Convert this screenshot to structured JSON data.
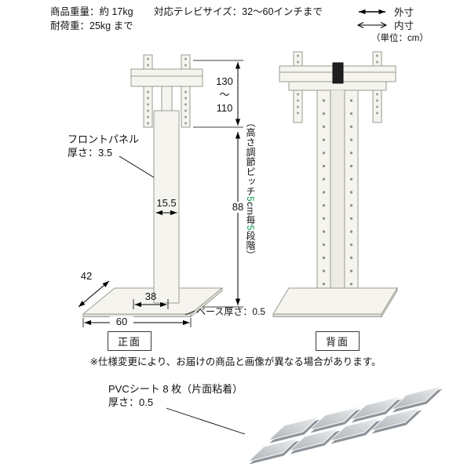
{
  "colors": {
    "accent_green": "#009944"
  },
  "header": {
    "weight": "商品重量：約 17kg",
    "load_capacity": "耐荷重：25kg まで",
    "tv_size": "対応テレビサイズ：32～60インチまで"
  },
  "legend": {
    "outer": "外寸",
    "inner": "内寸",
    "unit": "（単位：cm）"
  },
  "front_view": {
    "panel_label_line1": "フロントパネル",
    "panel_label_line2": "厚さ：3.5",
    "column_width": "15.5",
    "depth": "42",
    "base_inner_width": "38",
    "base_width": "60",
    "base_thickness": "ベース厚さ：0.5",
    "caption": "正面"
  },
  "height_dims": {
    "max": "130",
    "tilde": "～",
    "min": "110",
    "column_height": "88",
    "note_part1": "（高さ調節ピッチ",
    "note_green1": "5",
    "note_part2": "cm毎",
    "note_green2": "5",
    "note_part3": "段階）"
  },
  "back_view": {
    "caption": "背面"
  },
  "disclaimer": "※仕様変更により、お届けの商品と画像が異なる場合があります。",
  "pvc": {
    "label_line1": "PVCシート 8 枚（片面粘着）",
    "label_line2": "厚さ：0.5"
  }
}
